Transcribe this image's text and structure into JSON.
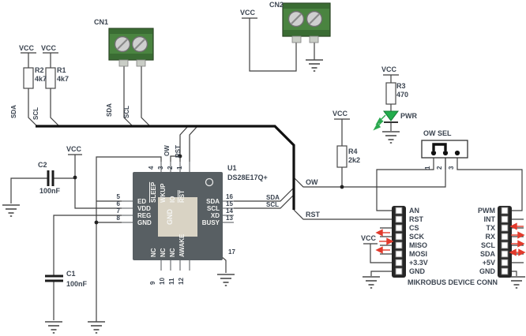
{
  "labels": {
    "vcc": "VCC",
    "sda": "SDA",
    "scl": "SCL",
    "ow": "OW",
    "rst": "RST"
  },
  "connectors": {
    "cn1": "CN1",
    "cn2": "CN2"
  },
  "resistors": {
    "r1": {
      "ref": "R1",
      "value": "4k7"
    },
    "r2": {
      "ref": "R2",
      "value": "4k7"
    },
    "r3": {
      "ref": "R3",
      "value": "470"
    },
    "r4": {
      "ref": "R4",
      "value": "2k2"
    }
  },
  "capacitors": {
    "c1": {
      "ref": "C1",
      "value": "100nF"
    },
    "c2": {
      "ref": "C2",
      "value": "100nF"
    }
  },
  "led": {
    "ref": "PWR"
  },
  "jumper": {
    "label": "OW SEL",
    "pins": [
      "1",
      "2",
      "3"
    ]
  },
  "u1": {
    "ref": "U1",
    "part": "DS28E17Q+",
    "pad": "GND",
    "pad_pin": "17",
    "top": [
      {
        "num": "4",
        "name": "SLEEP"
      },
      {
        "num": "3",
        "name": "WKUP"
      },
      {
        "num": "2",
        "name": "IO"
      },
      {
        "num": "1",
        "name": "RST"
      }
    ],
    "left": [
      {
        "num": "5",
        "name": "ED"
      },
      {
        "num": "6",
        "name": "VDD"
      },
      {
        "num": "7",
        "name": "REG"
      },
      {
        "num": "8",
        "name": "GND"
      }
    ],
    "right": [
      {
        "num": "16",
        "name": "SDA"
      },
      {
        "num": "15",
        "name": "SCL"
      },
      {
        "num": "14",
        "name": "XD"
      },
      {
        "num": "13",
        "name": "BUSY"
      }
    ],
    "bottom": [
      {
        "num": "9",
        "name": "NC"
      },
      {
        "num": "10",
        "name": "NC"
      },
      {
        "num": "11",
        "name": "NC"
      },
      {
        "num": "12",
        "name": "AWAKE"
      }
    ]
  },
  "mikrobus": {
    "caption": "MIKROBUS DEVICE CONN",
    "left": [
      "AN",
      "RST",
      "CS",
      "SCK",
      "MISO",
      "MOSI",
      "+3.3V",
      "GND"
    ],
    "right": [
      "PWM",
      "INT",
      "TX",
      "RX",
      "SCL",
      "SDA",
      "+5V",
      "GND"
    ]
  },
  "colors": {
    "connector_green": "#4a8440",
    "led_green": "#22ad4c",
    "arrow_red": "#e23a2c",
    "chip_body": "#585f63",
    "chip_pad": "#d9d3c4",
    "wire": "#3f3f3f",
    "text": "#3b4450"
  }
}
